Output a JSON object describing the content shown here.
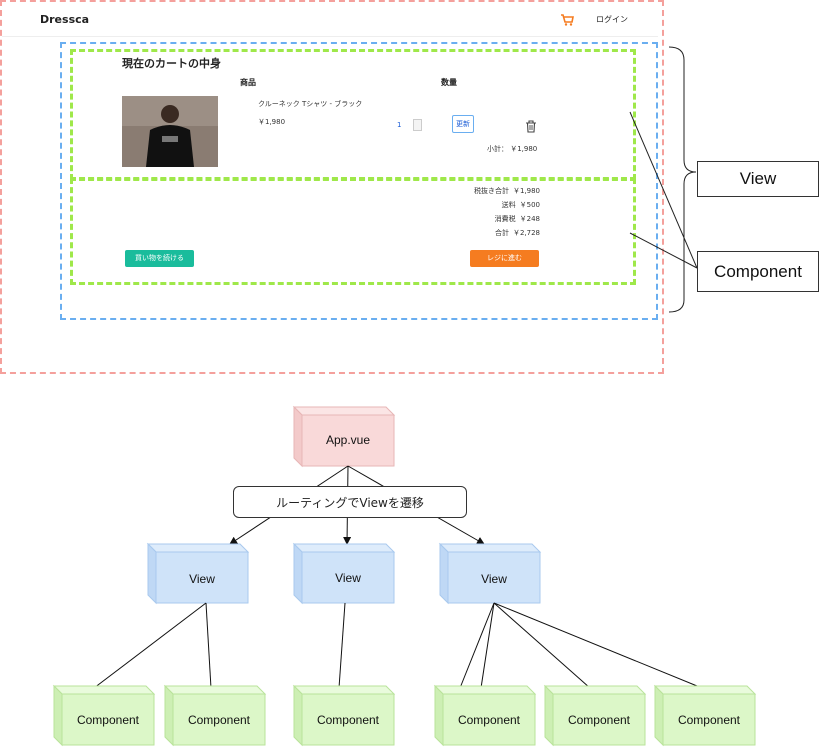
{
  "mockup": {
    "brand": "Dressca",
    "login": "ログイン",
    "cart_title": "現在のカートの中身",
    "col_product": "商品",
    "col_quantity": "数量",
    "item_name": "クルーネック Tシャツ - ブラック",
    "item_price": "￥1,980",
    "quantity": "1",
    "update_button": "更新",
    "subtotal": "小計： ￥1,980",
    "summary": [
      {
        "label": "税抜き合計",
        "value": "￥1,980"
      },
      {
        "label": "送料",
        "value": "￥500"
      },
      {
        "label": "消費税",
        "value": "￥248"
      },
      {
        "label": "合計",
        "value": "￥2,728"
      }
    ],
    "continue_button": "買い物を続ける",
    "checkout_button": "レジに進む"
  },
  "callouts": {
    "view": "View",
    "component": "Component"
  },
  "tree": {
    "app": "App.vue",
    "routing": "ルーティングでViewを遷移",
    "views": [
      "View",
      "View",
      "View"
    ],
    "components": [
      "Component",
      "Component",
      "Component",
      "Component",
      "Component",
      "Component"
    ]
  },
  "colors": {
    "app_fill": "#f9d9d9",
    "view_fill": "#cfe3f9",
    "component_fill": "#dcf7c8",
    "teal_button": "#1abc9c",
    "orange_button": "#f57c20"
  }
}
